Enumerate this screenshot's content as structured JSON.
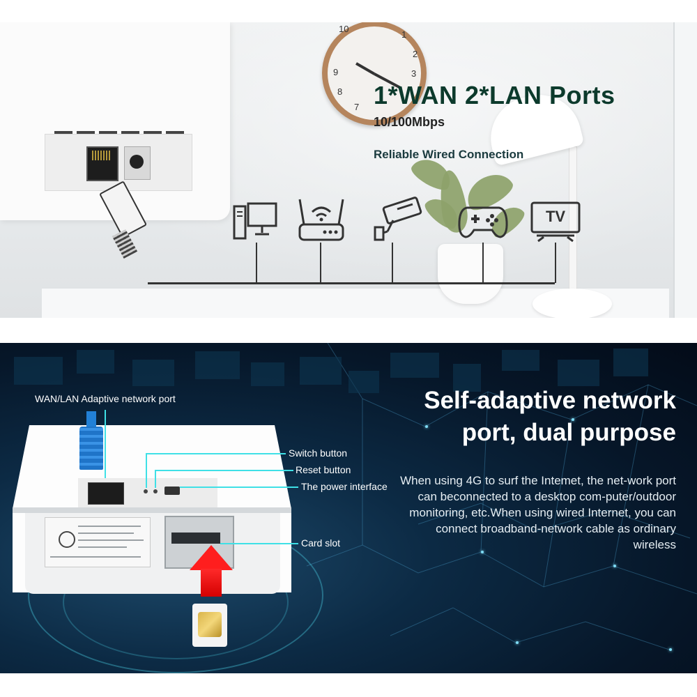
{
  "top": {
    "heading": "1*WAN 2*LAN Ports",
    "speed": "10/100Mbps",
    "note": "Reliable Wired Connection",
    "tv_label": "TV",
    "clock_numbers": [
      "10",
      "1",
      "2",
      "3",
      "9",
      "8",
      "7"
    ],
    "devices": [
      "desktop-computer-icon",
      "router-icon",
      "security-camera-icon",
      "gamepad-icon",
      "tv-icon"
    ]
  },
  "bottom": {
    "heading_line1": "Self-adaptive network",
    "heading_line2": "port, dual purpose",
    "description": "When using 4G to surf the Intemet, the net-work port can beconnected to a desktop com-puter/outdoor monitoring, etc.When using wired Internet, you can connect broadband-network cable as ordinary wireless",
    "callouts": {
      "wan_lan_port": "WAN/LAN Adaptive network port",
      "switch_button": "Switch button",
      "reset_button": "Reset button",
      "power_interface": "The power interface",
      "card_slot": "Card slot"
    }
  },
  "colors": {
    "heading_green": "#0c3a2c",
    "callout_cyan": "#3fe0e6",
    "arrow_red": "#ff1e1e",
    "cable_blue": "#1f74c8"
  }
}
